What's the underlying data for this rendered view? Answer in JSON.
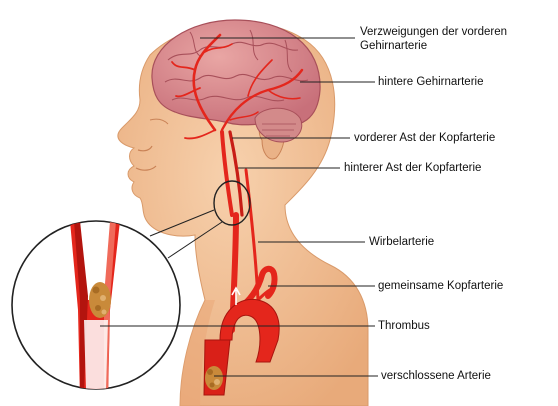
{
  "colors": {
    "skin": "#f3c39a",
    "skin_shadow": "#e4a676",
    "brain": "#d98c8c",
    "brain_dark": "#b85a62",
    "artery": "#e4261c",
    "artery_dark": "#b3140e",
    "plaque": "#c98a3a",
    "leader_line": "#222222"
  },
  "labels": {
    "frontal_branches": "Verzweigungen der vorderen Gehirnarterie",
    "posterior_cerebral": "hintere Gehirnarterie",
    "anterior_carotid_branch": "vorderer Ast der Kopfarterie",
    "posterior_carotid_branch": "hinterer Ast der Kopfarterie",
    "vertebral": "Wirbelarterie",
    "common_carotid": "gemeinsame Kopfarterie",
    "thrombus": "Thrombus",
    "occluded_artery": "verschlossene Arterie"
  }
}
